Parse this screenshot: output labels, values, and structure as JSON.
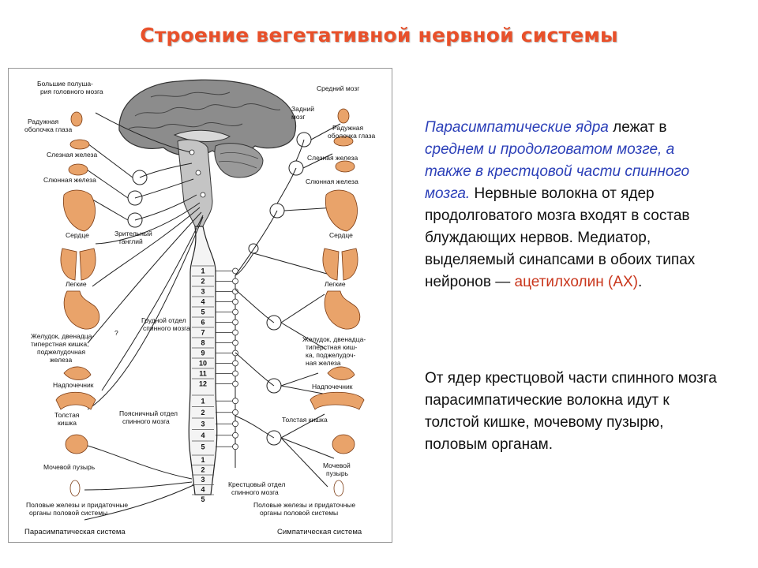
{
  "title": "Строение вегетативной нервной системы",
  "diagram": {
    "labels_left": {
      "hemispheres": [
        "Большие полуша-",
        "рия головного мозга"
      ],
      "iris": [
        "Радужная",
        "оболочка глаза"
      ],
      "lacrimal": "Слезная железа",
      "salivary": "Слюнная железа",
      "heart": "Сердце",
      "ciliary": [
        "Зрительный",
        "ганглий"
      ],
      "lungs": "Легкие",
      "stomach": [
        "Желудок, двенадца-",
        "типерстная кишка,",
        "поджелудочная",
        "железа"
      ],
      "adrenal": "Надпочечник",
      "colon": [
        "Толстая",
        "кишка"
      ],
      "bladder": "Мочевой пузырь",
      "gonads": [
        "Половые железы и придаточные",
        "органы половой системы"
      ],
      "system": "Парасимпатическая система"
    },
    "labels_right": {
      "midbrain": "Средний мозг",
      "hindbrain": [
        "Задний",
        "мозг"
      ],
      "iris": [
        "Радужная",
        "оболочка глаза"
      ],
      "lacrimal": "Слезная железа",
      "salivary": "Слюнная железа",
      "heart": "Сердце",
      "lungs": "Легкие",
      "stomach": [
        "Желудок, двенадца-",
        "типерстная киш-",
        "ка, поджелудоч-",
        "ная железа"
      ],
      "adrenal": "Надпочечник",
      "colon": "Толстая кишка",
      "bladder": [
        "Мочевой",
        "пузырь"
      ],
      "gonads": [
        "Половые железы и придаточные",
        "органы половой системы"
      ],
      "system": "Симпатическая система"
    },
    "spine": {
      "thoracic": [
        "Грудной отдел",
        "спинного мозга"
      ],
      "lumbar": [
        "Поясничный отдел",
        "спинного мозга"
      ],
      "sacral": [
        "Крестцовый отдел",
        "спинного мозга"
      ],
      "question_mark": "?",
      "thoracic_segments": [
        "1",
        "2",
        "3",
        "4",
        "5",
        "6",
        "7",
        "8",
        "9",
        "10",
        "11",
        "12"
      ],
      "lumbar_segments": [
        "1",
        "2",
        "3",
        "4",
        "5"
      ],
      "sacral_segments": [
        "1",
        "2",
        "3",
        "4",
        "5"
      ]
    }
  },
  "text_block_1": {
    "part1": "Парасимпатические ядра",
    "part2": " лежат в ",
    "part3": "среднем и продолговатом мозге, а также в крестцовой части спинного мозга.",
    "part4": " Нервные волокна от ядер продолговатого мозга входят в состав блуждающих нервов. Медиатор, выделяемый синапсами в обоих типах нейронов — ",
    "part5": "ацетилхолин (АХ)",
    "part6": "."
  },
  "text_block_2": "От ядер крестцовой части спинного мозга парасимпатические волокна идут к толстой кишке, мочевому пузырю, половым органам.",
  "colors": {
    "title": "#e8502a",
    "emphasis_blue": "#2b3fb8",
    "emphasis_red": "#c9361c",
    "organ": "#e9a36a",
    "brain": "#8c8c8c"
  }
}
